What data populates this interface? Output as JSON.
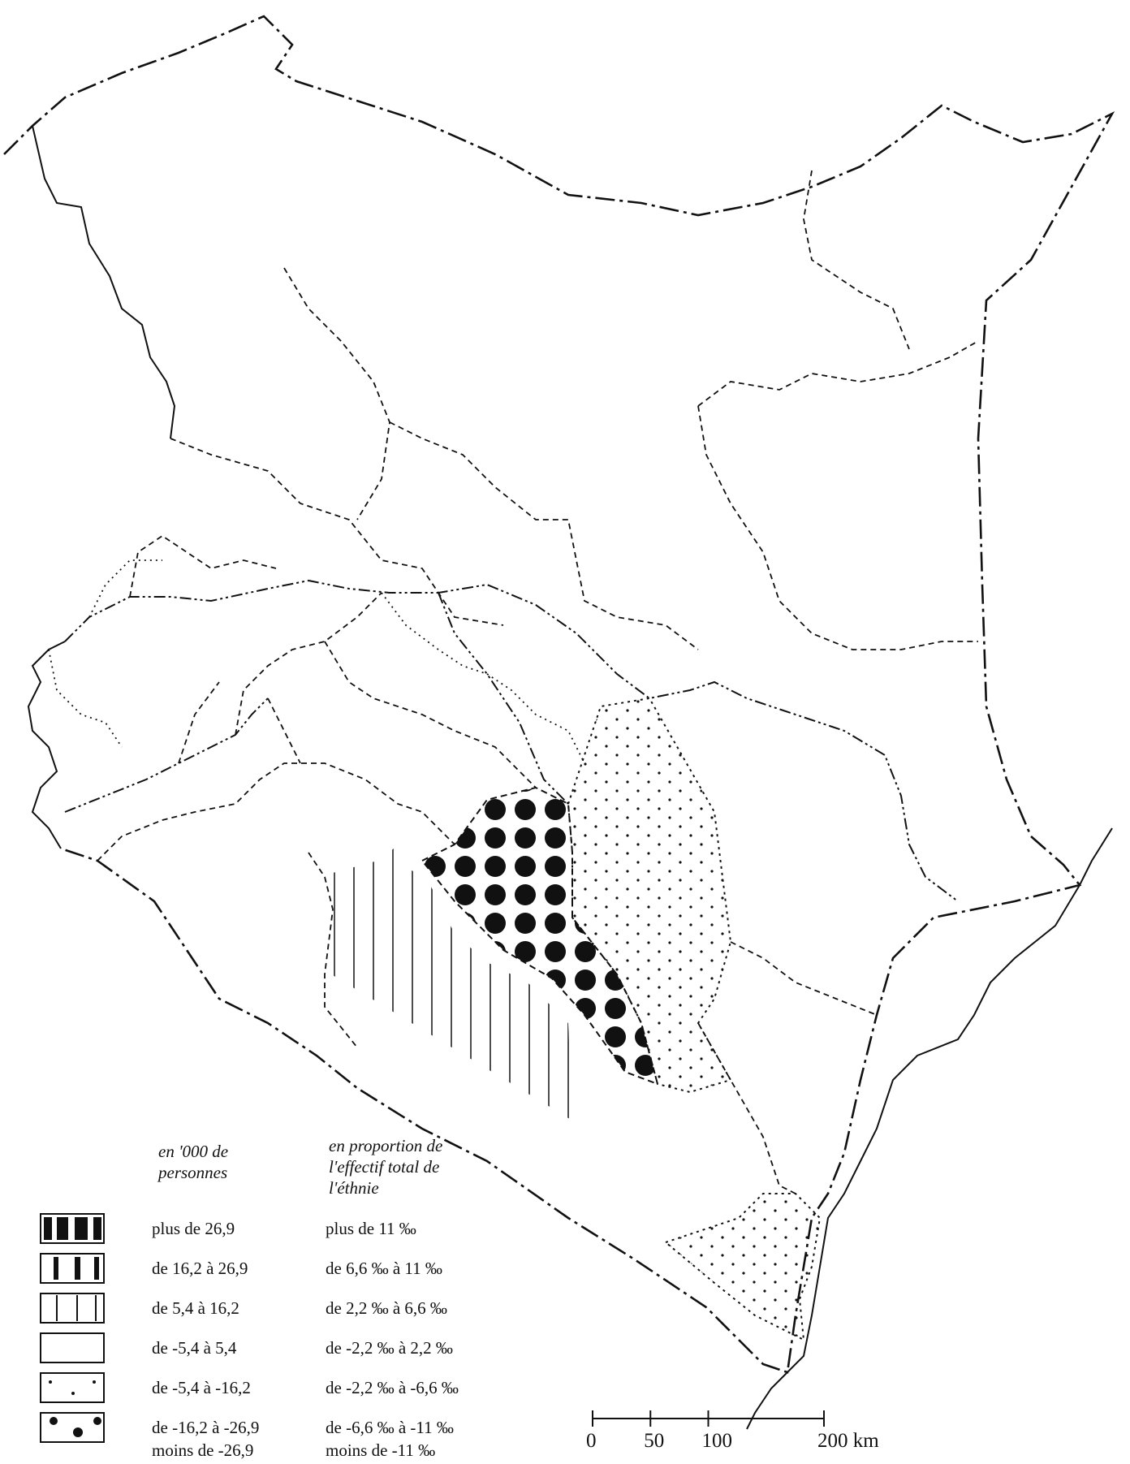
{
  "legend": {
    "col1_header": [
      "en '000 de",
      "personnes"
    ],
    "col2_header": [
      "en proportion de",
      "l'effectif total de",
      "l'éthnie"
    ],
    "classes": [
      {
        "abs": "plus de 26,9",
        "rel": "plus de 11 ‰",
        "pattern": "heavy-bars"
      },
      {
        "abs": "de 16,2 à 26,9",
        "rel": "de 6,6 ‰ à 11 ‰",
        "pattern": "medium-bars"
      },
      {
        "abs": "de 5,4 à 16,2",
        "rel": "de 2,2 ‰ à 6,6 ‰",
        "pattern": "thin-lines"
      },
      {
        "abs": "de -5,4 à 5,4",
        "rel": "de -2,2 ‰ à 2,2 ‰",
        "pattern": "blank"
      },
      {
        "abs": "de -5,4 à -16,2",
        "rel": "de -2,2 ‰ à -6,6 ‰",
        "pattern": "small-dots"
      },
      {
        "abs": "de -16,2 à -26,9",
        "rel": "de -6,6 ‰ à -11 ‰",
        "pattern": "medium-dots"
      },
      {
        "abs": "moins de -26,9",
        "rel": "moins de -11 ‰",
        "pattern": "large-dots"
      }
    ]
  },
  "scale_bar": {
    "ticks": [
      "0",
      "50",
      "100",
      "200 km"
    ],
    "values_km": [
      0,
      50,
      100,
      200
    ]
  },
  "colors": {
    "ink": "#111111",
    "paper": "#ffffff"
  }
}
